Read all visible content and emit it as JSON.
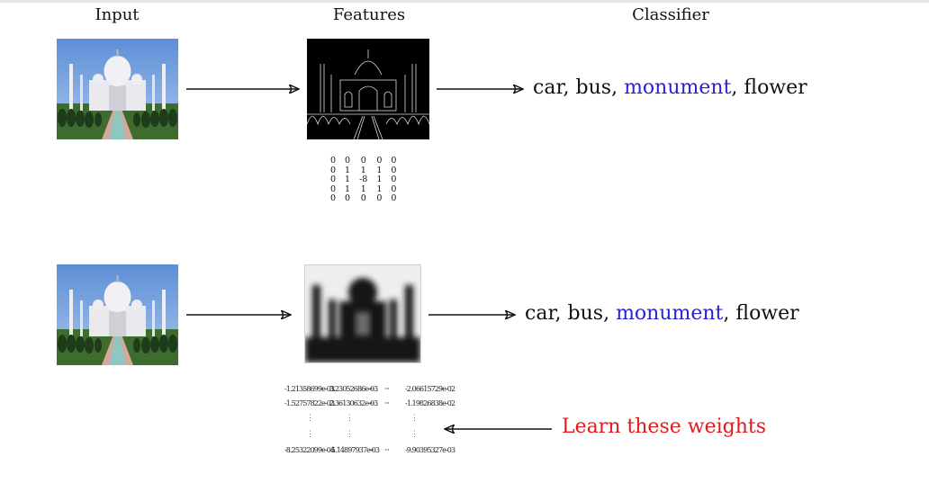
{
  "headers": {
    "input": "Input",
    "features": "Features",
    "classifier": "Classifier"
  },
  "row1": {
    "classes": {
      "c1": "car, bus, ",
      "highlight": "monument",
      "c2": ", flower"
    },
    "kernel": [
      [
        "0",
        "0",
        "0",
        "0",
        "0"
      ],
      [
        "0",
        "1",
        "1",
        "1",
        "0"
      ],
      [
        "0",
        "1",
        "-8",
        "1",
        "0"
      ],
      [
        "0",
        "1",
        "1",
        "1",
        "0"
      ],
      [
        "0",
        "0",
        "0",
        "0",
        "0"
      ]
    ]
  },
  "row2": {
    "classes": {
      "c1": "car, bus, ",
      "highlight": "monument",
      "c2": ", flower"
    },
    "weights": {
      "r1": [
        "-1.21358699e-03",
        "3.23052686e-03",
        "···",
        "···",
        "-2.06615729e-02"
      ],
      "r2": [
        "-1.52757822e-03",
        "2.36130632e-03",
        "···",
        "···",
        "-1.19826838e-02"
      ],
      "r3": [
        "-8.25322099e-04",
        "-5.14897937e-03",
        "···",
        "···",
        "-9.90395327e-03"
      ],
      "vdots": "⋮"
    },
    "annotation": "Learn these weights"
  },
  "colors": {
    "highlight": "#2a1fd6",
    "annotation": "#e01b1b"
  }
}
